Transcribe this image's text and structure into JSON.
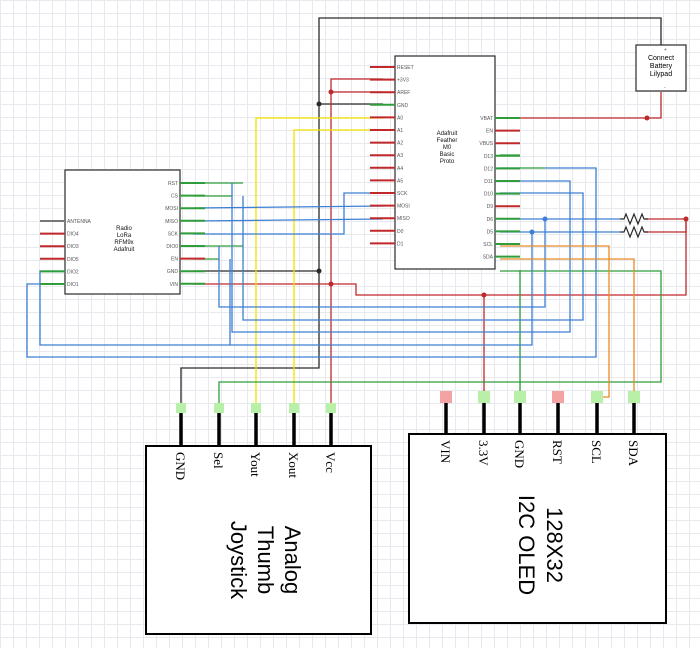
{
  "colors": {
    "black": "#2a2a2a",
    "red": "#c0282a",
    "green": "#2f9e3a",
    "blue": "#3d7fd4",
    "yellow": "#f2e200",
    "orange": "#e88a24",
    "pad_green": "#b9f0a8",
    "pad_red": "#f3a3a3"
  },
  "feather": {
    "title": [
      "Adafruit",
      "Feather",
      "M0",
      "Basic",
      "Proto"
    ],
    "left_pins": [
      "RESET",
      "+3V3",
      "AREF",
      "GND",
      "A0",
      "A1",
      "A2",
      "A3",
      "A4",
      "A5",
      "SCK",
      "MOSI",
      "MISO",
      "D0",
      "D1"
    ],
    "right_pins": [
      "VBAT",
      "EN",
      "VBUS",
      "D13",
      "D12",
      "D11",
      "D10",
      "D9",
      "D6",
      "D5",
      "SCL",
      "SDA"
    ]
  },
  "radio": {
    "title": [
      "Radio",
      "LoRa",
      "RFM9x",
      "Adafruit"
    ],
    "left_pins": [
      "ANTENNA",
      "DIO4",
      "DIO3",
      "DIO5",
      "DIO2",
      "DIO1"
    ],
    "right_pins": [
      "RST",
      "CS",
      "MOSI",
      "MISO",
      "SCK",
      "DIO0",
      "EN",
      "GND",
      "VIN"
    ]
  },
  "battery": {
    "label": [
      "Connect",
      "Battery",
      "Lilypad"
    ],
    "plus": "+",
    "minus": "-"
  },
  "joystick": {
    "title": [
      "Analog",
      "Thumb",
      "Joystick"
    ],
    "pins": [
      "GND",
      "Sel",
      "Yout",
      "Xout",
      "Vcc"
    ]
  },
  "oled": {
    "title": [
      "128X32",
      "I2C OLED"
    ],
    "pins": [
      "VIN",
      "3.3V",
      "GND",
      "RST",
      "SCL",
      "SDA"
    ]
  }
}
